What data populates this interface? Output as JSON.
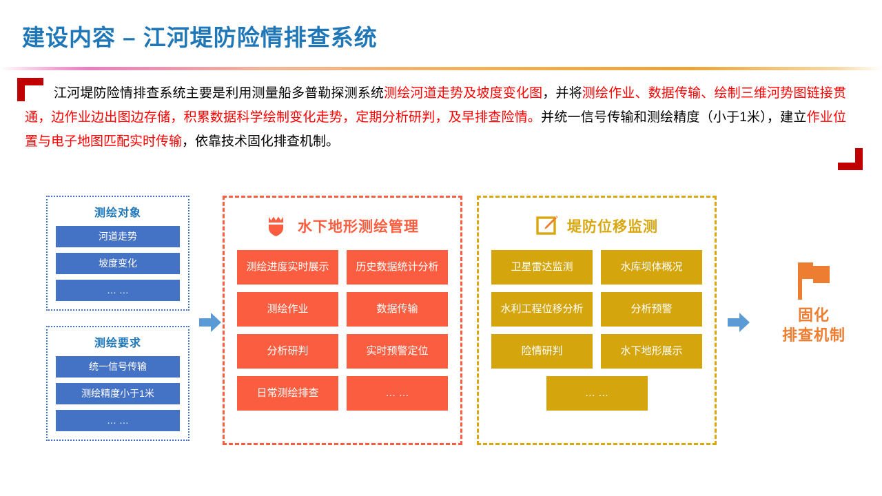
{
  "slide": {
    "title": "建设内容 – 江河堤防险情排查系统"
  },
  "paragraph": {
    "segments": [
      {
        "text": "江河堤防险情排查系统主要是利用测量船多普勒探测系统",
        "highlight": false
      },
      {
        "text": "测绘河道走势及坡度变化图",
        "highlight": true
      },
      {
        "text": "，并将",
        "highlight": false
      },
      {
        "text": "测绘作业、数据传输、绘制三维河势图链接贯通，边作业边出图边存储，积累数据科学绘制变化走势，定期分析研判，及早排查险情。",
        "highlight": true
      },
      {
        "text": "并统一信号传输和测绘精度（小于1米），建立",
        "highlight": false
      },
      {
        "text": "作业位置与电子地图匹配实时传输",
        "highlight": true
      },
      {
        "text": "，依靠技术固化排查机制。",
        "highlight": false
      }
    ]
  },
  "left_column": {
    "groups": [
      {
        "title": "测绘对象",
        "items": [
          "河道走势",
          "坡度变化",
          "… …"
        ]
      },
      {
        "title": "测绘要求",
        "items": [
          "统一信号传输",
          "测绘精度小于1米",
          "… …"
        ]
      }
    ]
  },
  "panels": [
    {
      "id": "orange",
      "icon": "shield-icon",
      "title": "水下地形测绘管理",
      "chips": [
        "测绘进度实时展示",
        "历史数据统计分析",
        "测绘作业",
        "数据传输",
        "分析研判",
        "实时预警定位",
        "日常测绘排查",
        "… …"
      ]
    },
    {
      "id": "yellow",
      "icon": "pencil-edit-icon",
      "title": "堤防位移监测",
      "chips": [
        "卫星雷达监测",
        "水库坝体概况",
        "水利工程位移分析",
        "分析预警",
        "险情研判",
        "水下地形展示",
        "… …"
      ]
    }
  ],
  "outcome": {
    "icon": "flag-icon",
    "line1": "固化",
    "line2": "排查机制"
  },
  "colors": {
    "title_blue": "#1F77B8",
    "chip_blue": "#4472C4",
    "panel_orange": "#FA5D3F",
    "panel_yellow": "#D9A810",
    "chip_yellow": "#D4A50C",
    "highlight_red": "#FF0000",
    "bracket_red": "#C00000",
    "outcome_orange": "#ED7D31",
    "arrow_blue": "#5B9BD5"
  }
}
